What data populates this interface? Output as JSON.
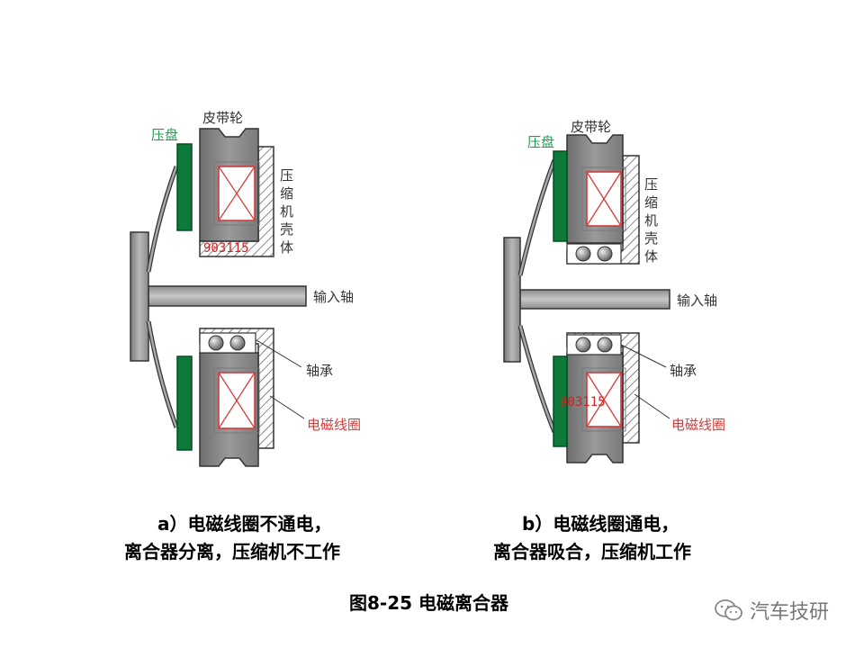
{
  "diagram_a": {
    "pulley": "皮带轮",
    "pressure_plate": "压盘",
    "housing": [
      "压",
      "缩",
      "机",
      "壳",
      "体"
    ],
    "input_shaft": "输入轴",
    "bearing": "轴承",
    "coil": "电磁线圈",
    "stamp": "903115"
  },
  "diagram_b": {
    "pulley": "皮带轮",
    "pressure_plate": "压盘",
    "housing": [
      "压",
      "缩",
      "机",
      "壳",
      "体"
    ],
    "input_shaft": "输入轴",
    "bearing": "轴承",
    "coil": "电磁线圈",
    "stamp": "903115"
  },
  "captions": {
    "a_line1": "a）电磁线圈不通电，",
    "a_line2": "离合器分离，压缩机不工作",
    "b_line1": "b）电磁线圈通电，",
    "b_line2": "离合器吸合，压缩机工作"
  },
  "figure_title": "图8-25  电磁离合器",
  "watermark": "汽车技研",
  "colors": {
    "plate_green": "#0d7a3a",
    "label_green": "#1f9a52",
    "coil_red": "#d23c3c",
    "metal": "#808080",
    "metal_light": "#b0b0b0"
  }
}
